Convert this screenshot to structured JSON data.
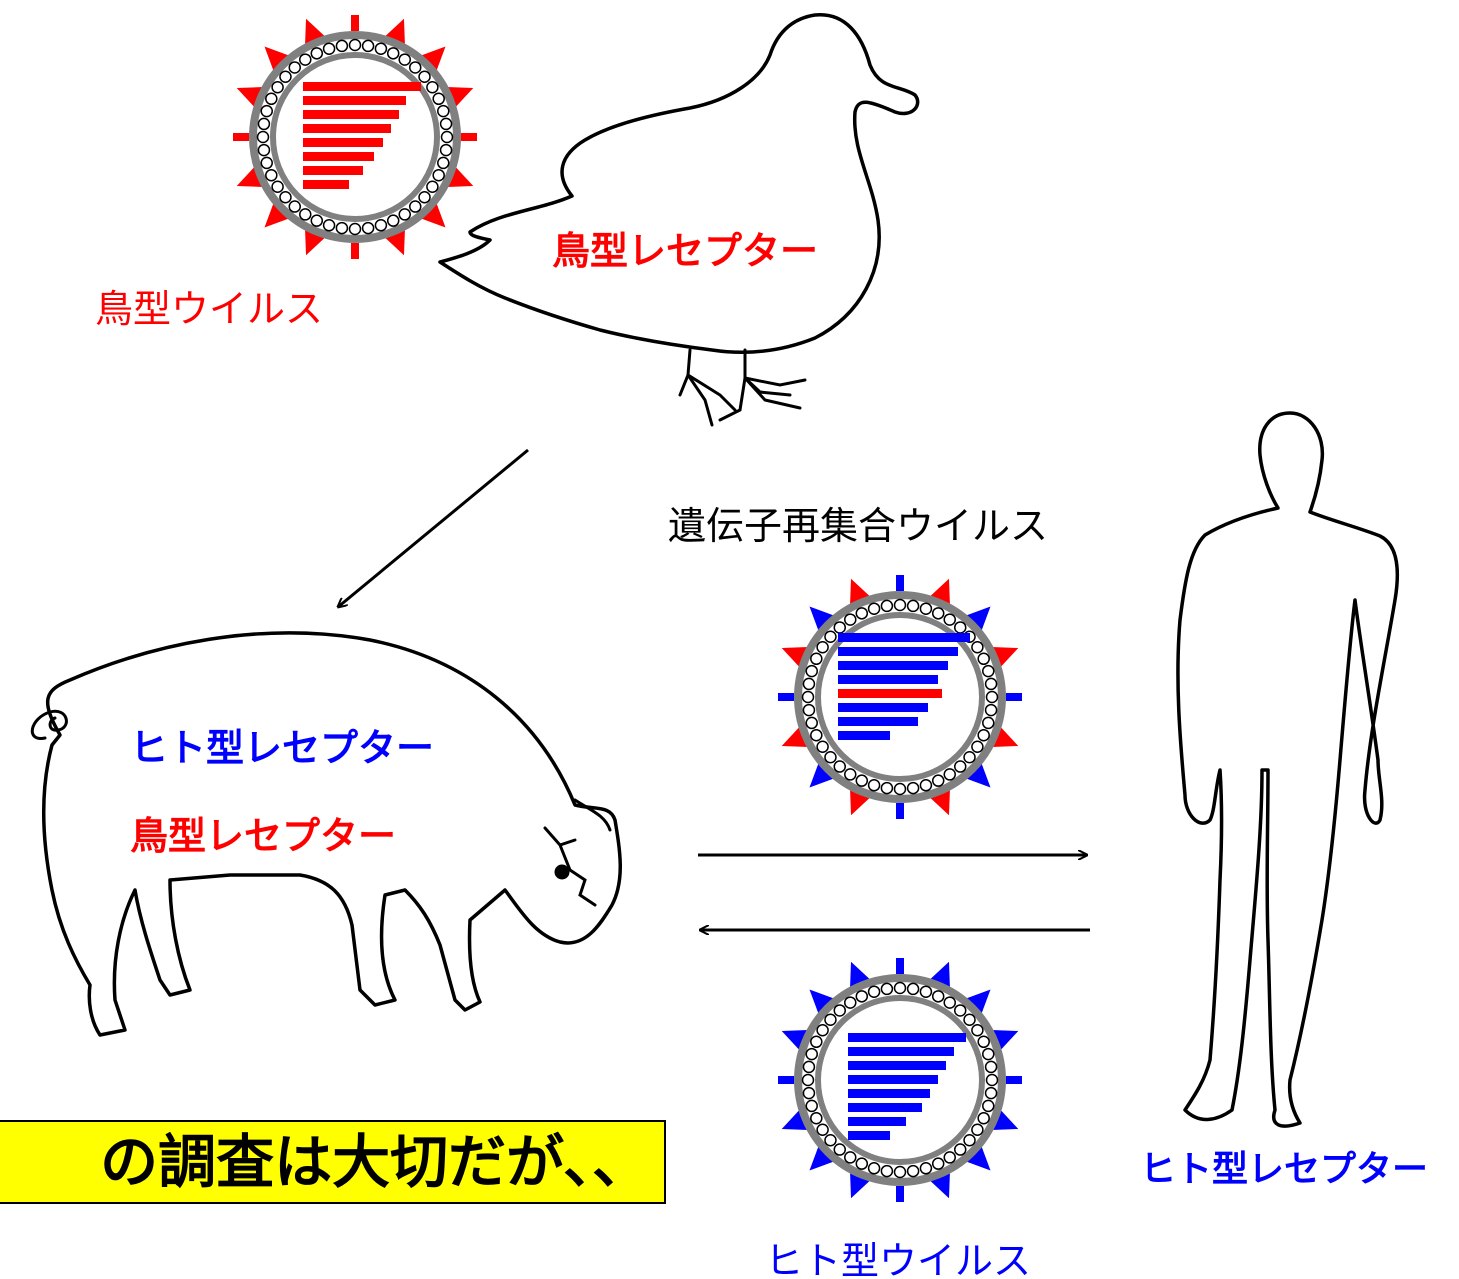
{
  "colors": {
    "avian": "#ff0000",
    "human": "#0000ff",
    "shell": "#808080",
    "outline": "#000000",
    "callout_bg": "#ffff00"
  },
  "labels": {
    "avian_virus": "鳥型ウイルス",
    "duck_receptor": "鳥型レセプター",
    "reassortant_virus": "遺伝子再集合ウイルス",
    "pig_human_receptor": "ヒト型レセプター",
    "pig_avian_receptor": "鳥型レセプター",
    "human_receptor": "ヒト型レセプター",
    "human_virus": "ヒト型ウイルス",
    "callout": "の調査は大切だが、、"
  },
  "viruses": [
    {
      "id": "avian-virus",
      "segments": [
        "avian",
        "avian",
        "avian",
        "avian",
        "avian",
        "avian",
        "avian",
        "avian"
      ],
      "spikes": "avian"
    },
    {
      "id": "reassortant-virus",
      "segments": [
        "human",
        "human",
        "human",
        "human",
        "avian",
        "human",
        "human",
        "human"
      ],
      "spikes": "mixed"
    },
    {
      "id": "human-virus",
      "segments": [
        "human",
        "human",
        "human",
        "human",
        "human",
        "human",
        "human",
        "human"
      ],
      "spikes": "human"
    }
  ],
  "icons": [
    "duck-silhouette-icon",
    "pig-silhouette-icon",
    "human-silhouette-icon",
    "arrow-icon"
  ]
}
